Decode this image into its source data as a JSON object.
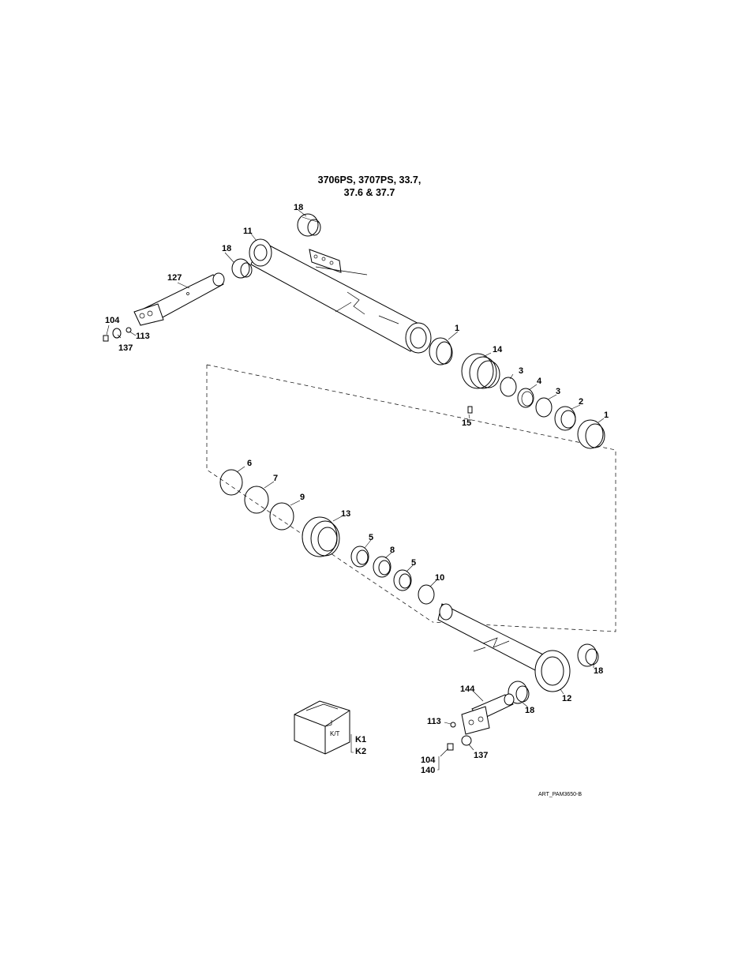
{
  "title": {
    "line1": "3706PS, 3707PS, 33.7,",
    "line2": "37.6 & 37.7"
  },
  "callouts": {
    "c18_top": "18",
    "c11": "11",
    "c18_left": "18",
    "c127": "127",
    "c104_top": "104",
    "c113_top": "113",
    "c137_top": "137",
    "c1_a": "1",
    "c14": "14",
    "c3_a": "3",
    "c4": "4",
    "c3_b": "3",
    "c2": "2",
    "c1_b": "1",
    "c15": "15",
    "c6": "6",
    "c7": "7",
    "c9": "9",
    "c13": "13",
    "c5_a": "5",
    "c8": "8",
    "c5_b": "5",
    "c10": "10",
    "c18_right": "18",
    "c12": "12",
    "c144": "144",
    "c18_bottom": "18",
    "c113_bottom": "113",
    "c137_bottom": "137",
    "c104_bottom": "104",
    "c140": "140",
    "k1": "K1",
    "k2": "K2"
  },
  "kit_box_text": "K/T",
  "art_id": "ART_PAM3650-B"
}
